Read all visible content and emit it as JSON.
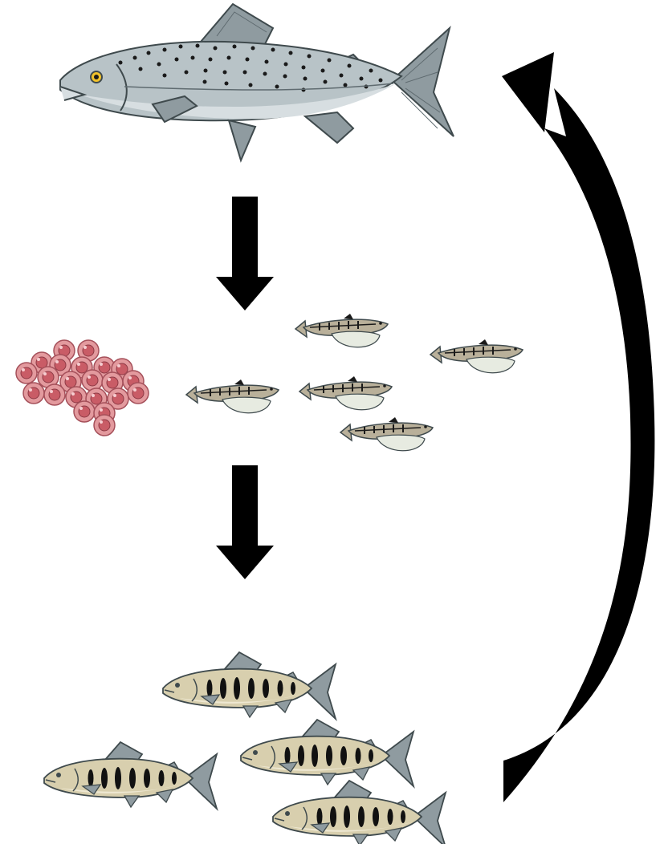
{
  "diagram": {
    "stages": [
      {
        "id": "adult",
        "icon": "adult-salmon-icon",
        "count": 1
      },
      {
        "id": "eggs-and-alevins",
        "icons": [
          "egg-cluster-icon",
          "alevin-icon"
        ],
        "egg_count": 22,
        "alevin_count": 5
      },
      {
        "id": "juveniles",
        "icon": "parr-icon",
        "count": 4
      }
    ],
    "arrows": [
      "down-arrow-icon",
      "down-arrow-icon",
      "return-arrow-icon"
    ],
    "colors": {
      "adult_body": "#b8c3c7",
      "adult_belly": "#d7dee1",
      "adult_fins": "#8f9ba0",
      "spots": "#1a1a1a",
      "egg": "#e39a9e",
      "egg_inner": "#c95c66",
      "alevin_body": "#b9b09a",
      "yolk_sac": "#e7ebe1",
      "parr_body": "#d8cfae",
      "parr_fins": "#8f9ba0",
      "parr_marks": "#111111",
      "arrow": "#000000"
    }
  }
}
